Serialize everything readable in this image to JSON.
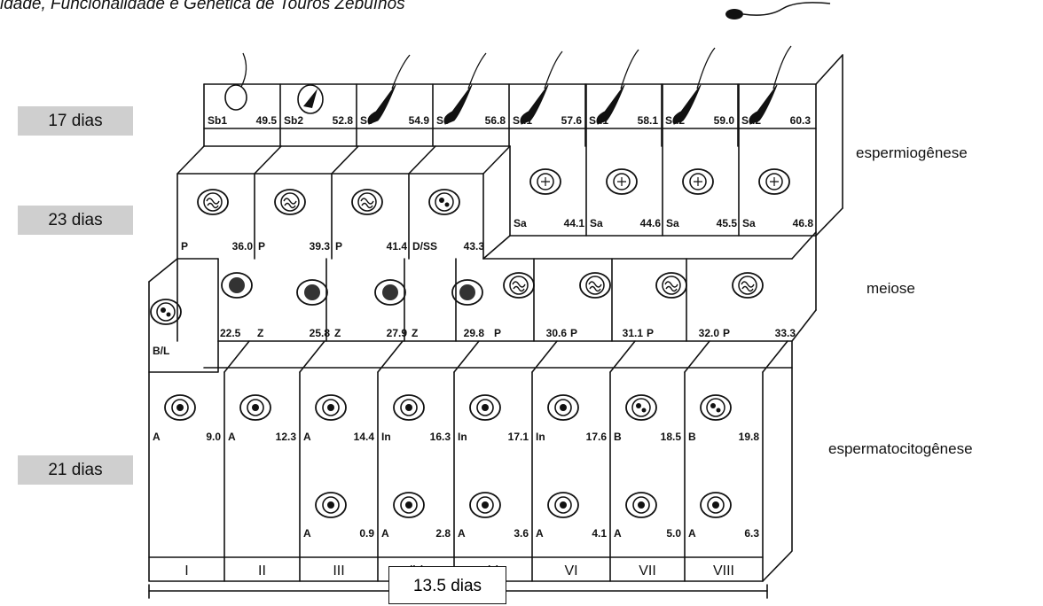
{
  "header_text": "idade, Funcionalidade e Genética de Touros Zebuínos",
  "duration_labels": {
    "top": "17 dias",
    "middle": "23 dias",
    "bottom": "21 dias"
  },
  "phase_labels": {
    "spermiogenesis": "espermiogênese",
    "meiosis": "meiose",
    "spermatocytogenesis": "espermatocitogênese"
  },
  "stages": [
    "I",
    "II",
    "III",
    "IV",
    "V",
    "VI",
    "VII",
    "VIII"
  ],
  "cycle_duration": "13.5 dias",
  "rows": {
    "spermatids_late": [
      {
        "code": "Sb1",
        "value": "49.5"
      },
      {
        "code": "Sb2",
        "value": "52.8"
      },
      {
        "code": "Sc",
        "value": "54.9"
      },
      {
        "code": "Sc",
        "value": "56.8"
      },
      {
        "code": "Sd1",
        "value": "57.6"
      },
      {
        "code": "Sd1",
        "value": "58.1"
      },
      {
        "code": "Sd2",
        "value": "59.0"
      },
      {
        "code": "Sd2",
        "value": "60.3"
      }
    ],
    "pachytene_upper": [
      {
        "code": "P",
        "value": "36.0"
      },
      {
        "code": "P",
        "value": "39.3"
      },
      {
        "code": "P",
        "value": "41.4"
      },
      {
        "code": "D/SS",
        "value": "43.3"
      }
    ],
    "spermatids_round": [
      {
        "code": "Sa",
        "value": "44.1"
      },
      {
        "code": "Sa",
        "value": "44.6"
      },
      {
        "code": "Sa",
        "value": "45.5"
      },
      {
        "code": "Sa",
        "value": "46.8"
      }
    ],
    "meiosis_left": [
      {
        "code": "B/L",
        "value": ""
      },
      {
        "code": "",
        "value": "22.5"
      },
      {
        "code": "Z",
        "value": "25.8"
      },
      {
        "code": "Z",
        "value": "27.9"
      },
      {
        "code": "Z",
        "value": "29.8"
      }
    ],
    "meiosis_right": [
      {
        "code": "P",
        "value": "30.6"
      },
      {
        "code": "P",
        "value": "31.1"
      },
      {
        "code": "P",
        "value": "32.0"
      },
      {
        "code": "P",
        "value": "33.3"
      }
    ],
    "spermatogonia_upper": [
      {
        "code": "A",
        "value": "9.0"
      },
      {
        "code": "A",
        "value": "12.3"
      },
      {
        "code": "A",
        "value": "14.4"
      },
      {
        "code": "In",
        "value": "16.3"
      },
      {
        "code": "In",
        "value": "17.1"
      },
      {
        "code": "In",
        "value": "17.6"
      },
      {
        "code": "B",
        "value": "18.5"
      },
      {
        "code": "B",
        "value": "19.8"
      }
    ],
    "spermatogonia_lower": [
      {
        "code": "A",
        "value": "0.9"
      },
      {
        "code": "A",
        "value": "2.8"
      },
      {
        "code": "A",
        "value": "3.6"
      },
      {
        "code": "A",
        "value": "4.1"
      },
      {
        "code": "A",
        "value": "5.0"
      },
      {
        "code": "A",
        "value": "6.3"
      }
    ]
  }
}
